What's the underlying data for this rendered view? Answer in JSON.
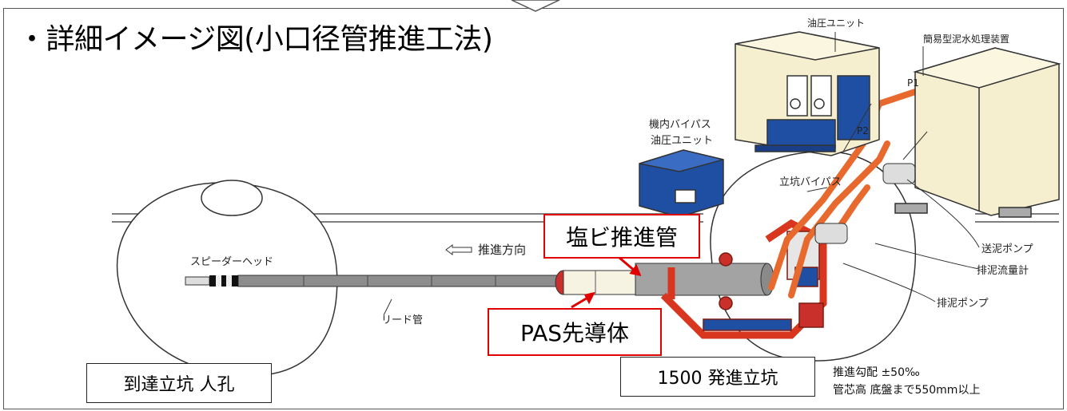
{
  "title": "・詳細イメージ図(小口径管推進工法)",
  "labels": {
    "hydraulic_unit": "油圧ユニット",
    "mud_treatment": "簡易型泥水処理装置",
    "p1": "P1",
    "p2": "P2",
    "bypass_unit_line1": "機内バイパス",
    "bypass_unit_line2": "油圧ユニット",
    "shaft_bypass": "立坑バイパス",
    "direction": "推進方向",
    "speeder_head": "スピーダーヘッド",
    "lead_pipe": "リード管",
    "feed_pump": "送泥ポンプ",
    "flow_meter": "排泥流量計",
    "discharge_pump": "排泥ポンプ"
  },
  "callouts": {
    "pvc_pipe": "塩ビ推進管",
    "pas_leader": "PAS先導体",
    "arrival_shaft": "到達立坑 人孔",
    "launch_shaft": "1500 発進立坑"
  },
  "notes": {
    "line1": "推進勾配 ±50‰",
    "line2": "管芯高 底盤まで550mm以上"
  },
  "colors": {
    "callout_border": "#e00000",
    "pipe_orange": "#e8692d",
    "frame_red": "#d9361f",
    "unit_blue": "#1f4fa3"
  }
}
